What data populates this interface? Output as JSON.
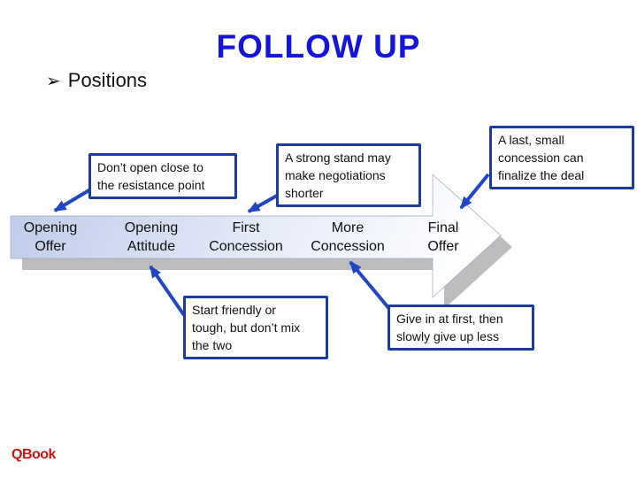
{
  "slide": {
    "title": "FOLLOW UP",
    "bullet": {
      "icon": "➢",
      "label": "Positions"
    },
    "logo": "QBook"
  },
  "diagram": {
    "type": "process-arrow-timeline",
    "band_labels": [
      {
        "label": "Opening\nOffer"
      },
      {
        "label": "Opening\nAttitude"
      },
      {
        "label": "First\nConcession"
      },
      {
        "label": "More\nConcession"
      },
      {
        "label": "Final\nOffer"
      }
    ],
    "callouts": [
      {
        "text": "Don’t open close to\nthe resistance point",
        "points_to": "Opening Offer"
      },
      {
        "text": "A strong stand may\nmake negotiations\nshorter",
        "points_to": "First Concession"
      },
      {
        "text": "A last, small\nconcession can\nfinalize the deal",
        "points_to": "Final Offer"
      },
      {
        "text": "Start friendly or\ntough, but don’t mix\nthe two",
        "points_to": "Opening Attitude"
      },
      {
        "text": "Give in at first, then\nslowly give up less",
        "points_to": "More Concession"
      }
    ],
    "colors": {
      "title_blue": "#1414dd",
      "callout_border_blue": "#1a3aa6",
      "connector_blue": "#2245c4",
      "band_gradient_start": "#bcc9e8",
      "band_gradient_end": "#ffffff",
      "shadow_gray": "#bdbdbd",
      "logo_red": "#cf1212",
      "text_black": "#111111"
    }
  }
}
